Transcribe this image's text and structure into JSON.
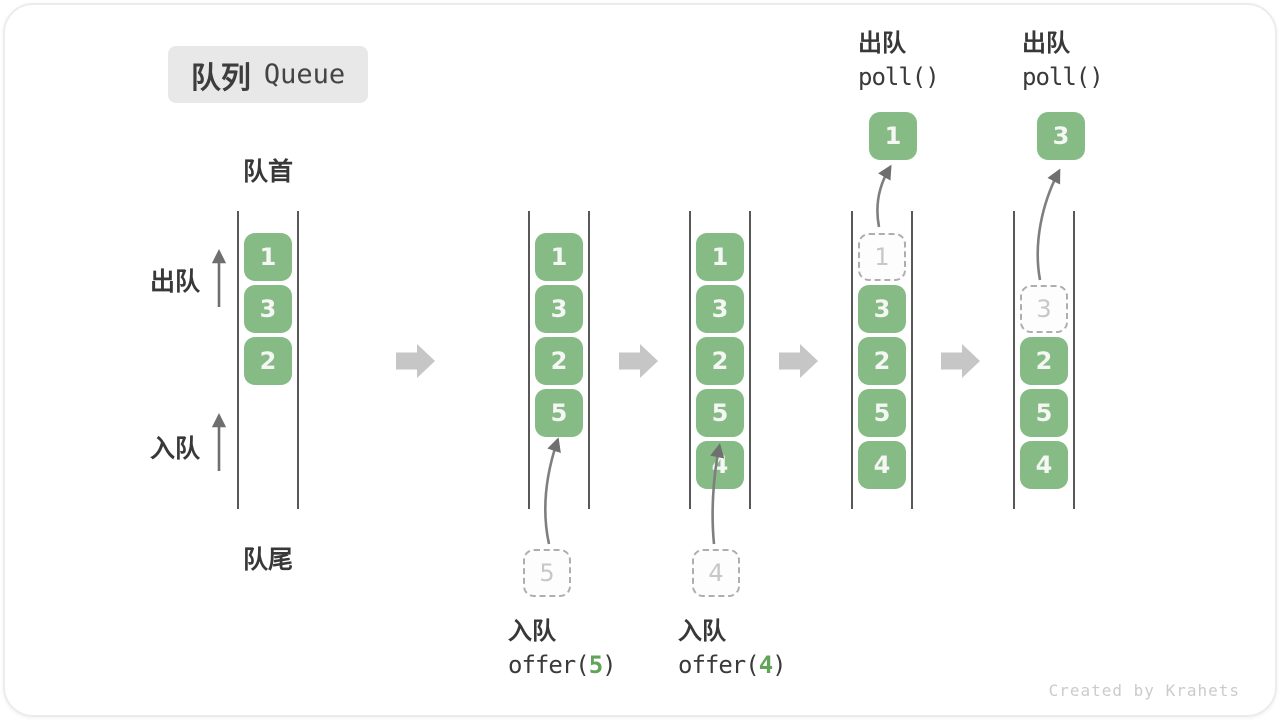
{
  "title": {
    "zh": "队列",
    "en": "Queue"
  },
  "side_labels": {
    "front": "队首",
    "rear": "队尾",
    "dequeue": "出队",
    "enqueue": "入队"
  },
  "columns": [
    {
      "cells": [
        "1",
        "3",
        "2"
      ]
    },
    {
      "cells": [
        "1",
        "3",
        "2",
        "5"
      ],
      "pending": "5"
    },
    {
      "cells": [
        "1",
        "3",
        "2",
        "5",
        "4"
      ],
      "pending": "4"
    },
    {
      "ghost": "1",
      "cells": [
        "3",
        "2",
        "5",
        "4"
      ],
      "out": "1"
    },
    {
      "ghost": "3",
      "cells": [
        "2",
        "5",
        "4"
      ],
      "out": "3"
    }
  ],
  "operations": {
    "enqueue1": {
      "zh": "入队",
      "fn": "offer(",
      "arg": "5",
      "close": ")"
    },
    "enqueue2": {
      "zh": "入队",
      "fn": "offer(",
      "arg": "4",
      "close": ")"
    },
    "dequeue1": {
      "zh": "出队",
      "code": "poll()"
    },
    "dequeue2": {
      "zh": "出队",
      "code": "poll()"
    }
  },
  "watermark": "Created by Krahets",
  "colors": {
    "box_green": "#86BB85",
    "code_green": "#61A459",
    "block_arrow_gray": "#C6C6C6",
    "line_gray": "#585858",
    "badge_bg": "#E8E8E8"
  }
}
